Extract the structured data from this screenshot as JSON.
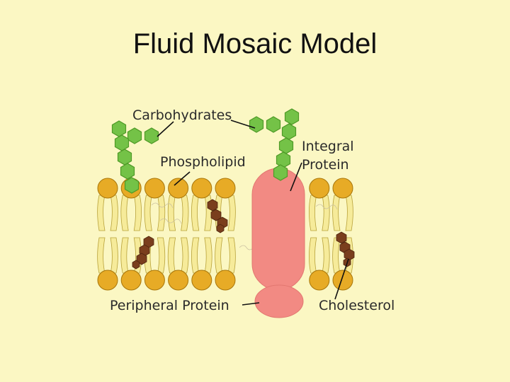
{
  "title": "Fluid Mosaic Model",
  "labels": {
    "carbohydrates": "Carbohydrates",
    "phospholipid": "Phospholipid",
    "integral_line1": "Integral",
    "integral_line2": "Protein",
    "peripheral": "Peripheral Protein",
    "cholesterol": "Cholesterol"
  },
  "colors": {
    "background": "#fbf7c3",
    "phospholipid_head": "#e7ab26",
    "phospholipid_tail": "#f6eb9a",
    "protein": "#f28a83",
    "carbohydrate": "#74c247",
    "cholesterol": "#7a3e1d"
  }
}
